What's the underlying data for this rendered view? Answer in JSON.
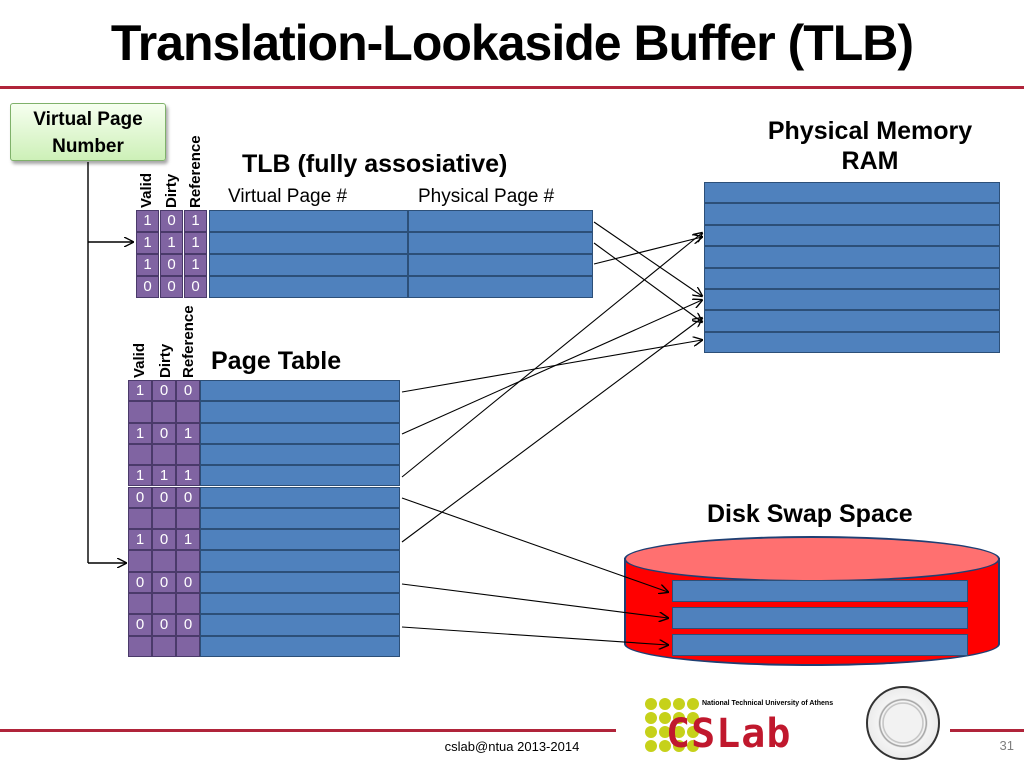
{
  "title": "Translation-Lookaside Buffer (TLB)",
  "vpn_box": {
    "line1": "Virtual Page",
    "line2": "Number"
  },
  "tlb": {
    "heading": "TLB (fully assosiative)",
    "col_virtual": "Virtual Page #",
    "col_physical": "Physical Page #",
    "bit_labels": [
      "Valid",
      "Dirty",
      "Reference"
    ],
    "rows": [
      [
        "1",
        "0",
        "1"
      ],
      [
        "1",
        "1",
        "1"
      ],
      [
        "1",
        "0",
        "1"
      ],
      [
        "0",
        "0",
        "0"
      ]
    ]
  },
  "page_table": {
    "heading": "Page Table",
    "bit_labels": [
      "Valid",
      "Dirty",
      "Reference"
    ],
    "rows": [
      [
        "1",
        "0",
        "0"
      ],
      [
        "",
        "",
        ""
      ],
      [
        "1",
        "0",
        "1"
      ],
      [
        "",
        "",
        ""
      ],
      [
        "1",
        "1",
        "1"
      ],
      [
        "0",
        "0",
        "0"
      ],
      [
        "",
        "",
        ""
      ],
      [
        "1",
        "0",
        "1"
      ],
      [
        "",
        "",
        ""
      ],
      [
        "0",
        "0",
        "0"
      ],
      [
        "",
        "",
        ""
      ],
      [
        "0",
        "0",
        "0"
      ],
      [
        "",
        "",
        ""
      ]
    ]
  },
  "physical_memory": {
    "line1": "Physical Memory",
    "line2": "RAM",
    "slots": 8
  },
  "disk": {
    "label": "Disk Swap Space",
    "slots": 3
  },
  "footer": "cslab@ntua 2013-2014",
  "page_number": "31",
  "logo": {
    "org": "National Technical University of Athens",
    "name": "CSLab"
  },
  "colors": {
    "accent": "#b0243a",
    "cell_blue": "#4f81bd",
    "bit_purple": "#8064a2",
    "disk_red": "#ff0000"
  }
}
